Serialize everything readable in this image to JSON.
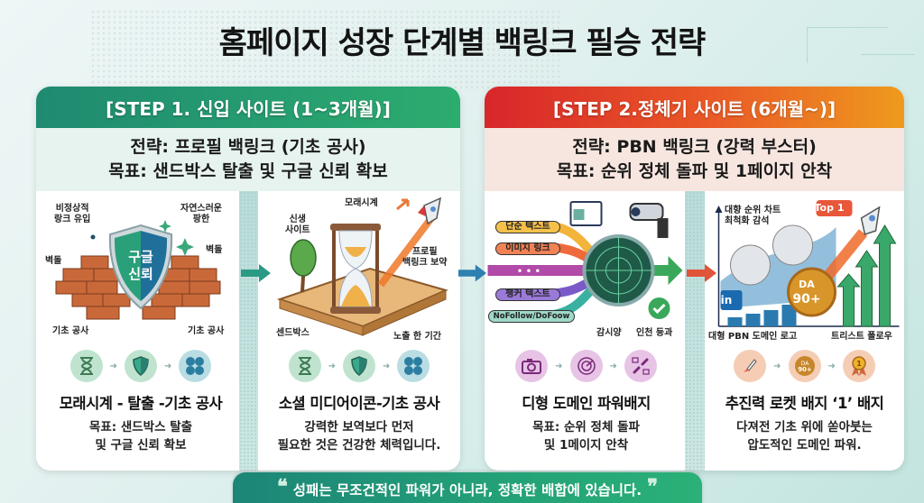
{
  "title": "홈페이지 성장 단계별 백링크 필승 전략",
  "colors": {
    "step1_header": "#1f8a70",
    "step2_header_start": "#d8262a",
    "step2_header_end": "#ee9a1e",
    "step1_strategy_bg": "#e7f3ee",
    "step2_strategy_bg": "#f7e6df",
    "quote_bar": "#1c8577"
  },
  "steps": [
    {
      "header": "[STEP 1. 신입 사이트 (1~3개월)]",
      "strategy": "전략: 프로필 백링크 (기초 공사)",
      "goal": "목표: 샌드박스 탈출 및 구글 신뢰 확보",
      "panels": [
        {
          "illustration": "shield-and-bricks",
          "labels": {
            "top_left": "비정상적\n랑크 유입",
            "top_right": "자연스러운\n팡한",
            "shield": "구글\n신뢰",
            "left_brick": "벽돌",
            "right_brick": "벽돌",
            "bottom_left": "기초 공사",
            "bottom_right": "기초 공사"
          },
          "icons": [
            "hourglass-icon",
            "shield-icon",
            "social-media-icon"
          ],
          "title": "모래시계 - 탈출 -기초 공사",
          "desc_line1": "목표: 샌드박스 탈출",
          "desc_line2": "및 구글 신뢰 확보"
        },
        {
          "illustration": "hourglass-in-sandbox",
          "labels": {
            "hourglass": "모래시계",
            "tree": "신생\n사이트",
            "rocket": "프로필\n백링크 보약",
            "sandbox": "센드박스",
            "period": "노출 한 기간"
          },
          "icons": [
            "hourglass-icon",
            "shield-icon",
            "social-media-icon"
          ],
          "title": "소셜 미디어이콘-기초 공사",
          "desc_line1": "강력한 보역보다 먼저",
          "desc_line2": "필요한 것은 건강한 체력입니다."
        }
      ]
    },
    {
      "header": "[STEP 2.정체기 사이트 (6개월~)]",
      "strategy": "전략: PBN 백링크 (강력 부스터)",
      "goal": "목표: 순위 정체 돌파 및 1페이지 안착",
      "panels": [
        {
          "illustration": "radar-funnel",
          "labels": {
            "streams": [
              "단순 텍스트",
              "이미지 링크",
              "• • •",
              "팽커 텍스트",
              "NoFollow/DoFoow"
            ],
            "radar": "감시양",
            "check": "인천 등과"
          },
          "icons": [
            "camera-icon",
            "radar-icon",
            "broken-link-icon"
          ],
          "title": "디형 도메인 파워배지",
          "desc_line1": "목표: 순위 정체 돌파",
          "desc_line2": "및 1메이지 안착"
        },
        {
          "illustration": "growth-chart-rocket",
          "labels": {
            "chart_title": "대향 순위 차트\n최척화 감석",
            "badge_top": "Top 1",
            "da_badge_line1": "DA",
            "da_badge_line2": "90+",
            "linkedin": "in",
            "bottom_left": "대형 PBN 도메인 로고",
            "bottom_right": "트리스트 폴로우"
          },
          "icons": [
            "rocket-icon",
            "da-badge-icon",
            "medal-icon"
          ],
          "da_icon_text": "DA 90+",
          "medal_text": "1",
          "title": "추진력 로켓 배지 ‘1’ 배지",
          "desc_line1": "다져전 기초 위에 쏟아붓는",
          "desc_line2": "압도적인 도메인 파워."
        }
      ]
    }
  ],
  "quote": {
    "open": "❝",
    "text": "성패는 무조건적인 파워가 아니라, 정확한 배합에 있습니다.",
    "close": "❞"
  }
}
